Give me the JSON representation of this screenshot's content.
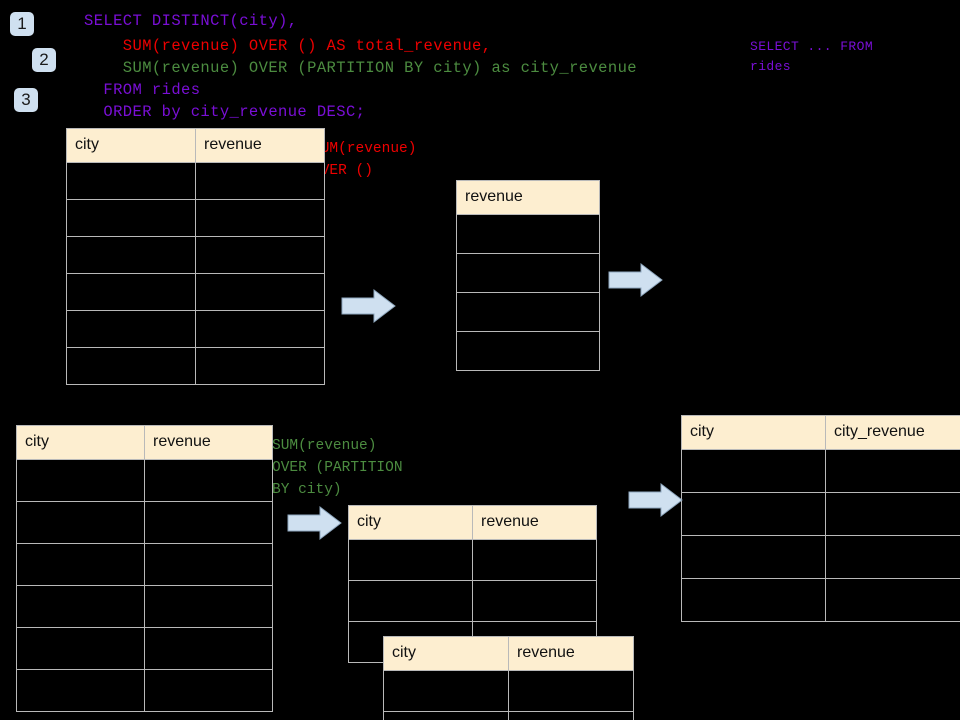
{
  "steps": [
    {
      "label": "1"
    },
    {
      "label": "2"
    },
    {
      "label": "3"
    }
  ],
  "sql": {
    "line1": "SELECT DISTINCT(city),",
    "line2": "    SUM(revenue) OVER () AS total_revenue,",
    "line3": "    SUM(revenue) OVER (PARTITION BY city) as city_revenue",
    "line4": "  FROM rides",
    "line5": "  ORDER by city_revenue DESC;",
    "side_note_line1": "SELECT ... FROM",
    "side_note_line2": "rides"
  },
  "annotations": {
    "total": {
      "line1": "SUM(revenue)",
      "line2": "OVER ()",
      "color": "#ee0000"
    },
    "partition": {
      "line1": "SUM(revenue)",
      "line2": "OVER (PARTITION",
      "line3": "BY city)",
      "color": "#4c8c40"
    }
  },
  "colors": {
    "background": "#000000",
    "header_fill": "#fdeed0",
    "grid_line": "#b9b9b9",
    "badge_fill": "#cfe0f0",
    "arrow_fill": "#cfe0f0",
    "sql_purple": "#7a0fd6",
    "sql_red": "#ee0000",
    "sql_green": "#4c8c40"
  },
  "tables": {
    "source_top": {
      "name": "rides-source-top",
      "headers": [
        "city",
        "revenue"
      ],
      "row_count": 6,
      "rows": [
        [
          "",
          ""
        ],
        [
          "",
          ""
        ],
        [
          "",
          ""
        ],
        [
          "",
          ""
        ],
        [
          "",
          ""
        ],
        [
          "",
          ""
        ]
      ]
    },
    "total_revenue": {
      "name": "total-revenue-result",
      "headers": [
        "revenue"
      ],
      "row_count": 4,
      "rows": [
        [
          ""
        ],
        [
          ""
        ],
        [
          ""
        ],
        [
          ""
        ]
      ]
    },
    "source_bottom": {
      "name": "rides-source-bottom",
      "headers": [
        "city",
        "revenue"
      ],
      "row_count": 6,
      "rows": [
        [
          "",
          ""
        ],
        [
          "",
          ""
        ],
        [
          "",
          ""
        ],
        [
          "",
          ""
        ],
        [
          "",
          ""
        ],
        [
          "",
          ""
        ]
      ]
    },
    "partition_back": {
      "name": "partition-group-back",
      "headers": [
        "city",
        "revenue"
      ],
      "row_count": 3,
      "rows": [
        [
          "",
          ""
        ],
        [
          "",
          ""
        ],
        [
          "",
          ""
        ]
      ]
    },
    "partition_front": {
      "name": "partition-group-front",
      "headers": [
        "city",
        "revenue"
      ],
      "row_count": 2,
      "rows": [
        [
          "",
          ""
        ],
        [
          "",
          ""
        ]
      ]
    },
    "final_result": {
      "name": "final-result",
      "headers": [
        "city",
        "city_revenue"
      ],
      "row_count": 4,
      "rows": [
        [
          "",
          ""
        ],
        [
          "",
          ""
        ],
        [
          "",
          ""
        ],
        [
          "",
          ""
        ]
      ]
    }
  },
  "arrows": [
    {
      "name": "arrow-top-source-to-total"
    },
    {
      "name": "arrow-total-to-final"
    },
    {
      "name": "arrow-bottom-source-to-partition"
    },
    {
      "name": "arrow-partition-to-final"
    }
  ]
}
